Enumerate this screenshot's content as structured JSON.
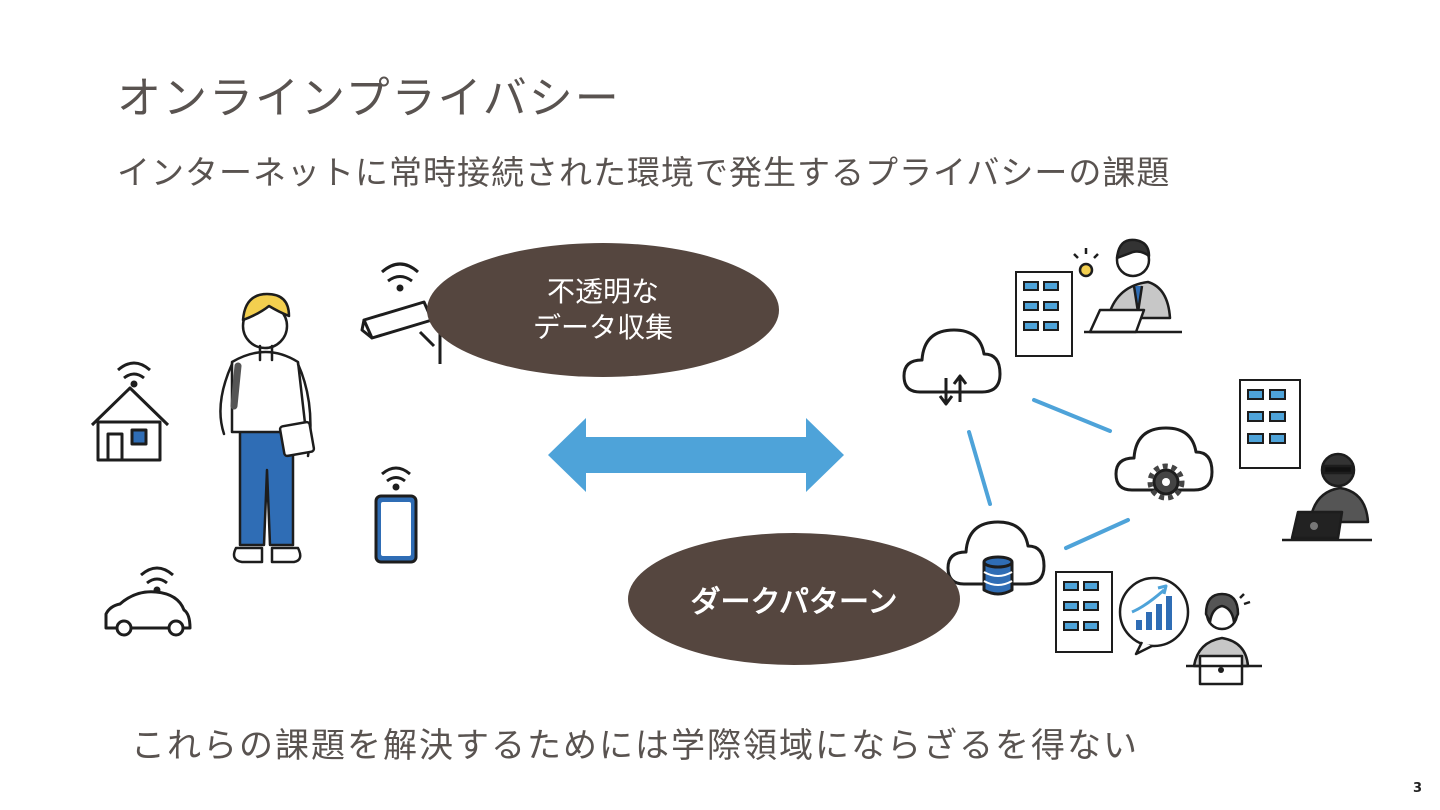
{
  "slide": {
    "title": "オンラインプライバシー",
    "subtitle": "インターネットに常時接続された環境で発生するプライバシーの課題",
    "conclusion": "これらの課題を解決するためには学際領域にならざるを得ない",
    "page_number": "3"
  },
  "bubbles": {
    "opaque_line1": "不透明な",
    "opaque_line2": "データ収集",
    "dark_patterns": "ダークパターン"
  },
  "colors": {
    "bubble": "#55463f",
    "arrow": "#4ea3d9",
    "text": "#595350",
    "accent_blue": "#2f6db5",
    "hair_yellow": "#f3cf4f"
  }
}
